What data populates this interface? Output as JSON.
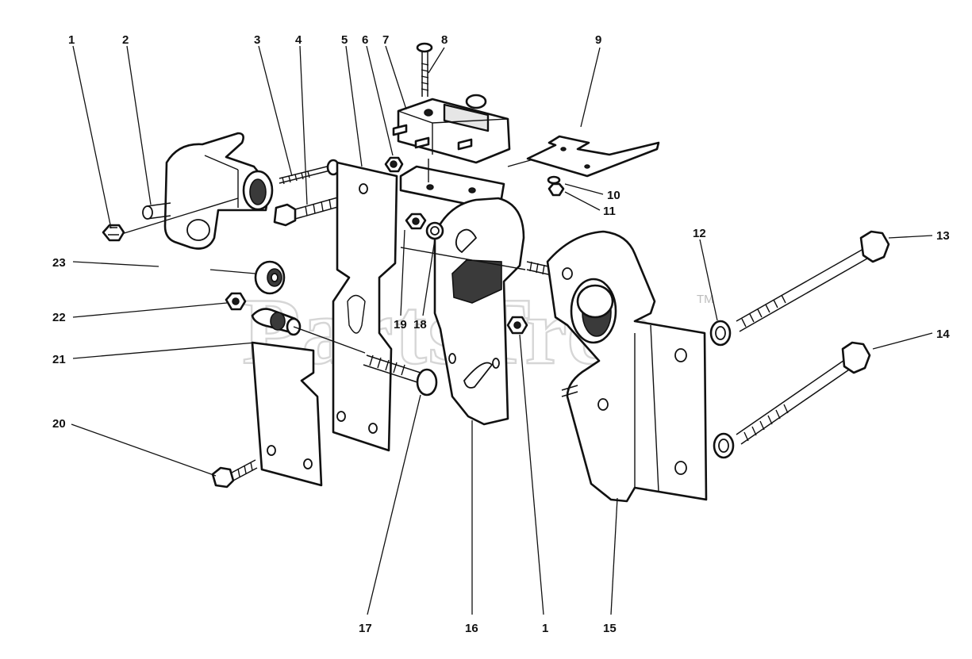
{
  "watermark": {
    "text": "PartsTree",
    "trademark": "TM"
  },
  "callouts": {
    "c1_top": "1",
    "c2": "2",
    "c3": "3",
    "c4": "4",
    "c5": "5",
    "c6": "6",
    "c7": "7",
    "c8": "8",
    "c9": "9",
    "c10": "10",
    "c11": "11",
    "c12": "12",
    "c13": "13",
    "c14": "14",
    "c15": "15",
    "c16": "16",
    "c1_bottom": "1",
    "c17": "17",
    "c18": "18",
    "c19": "19",
    "c20": "20",
    "c21": "21",
    "c22": "22",
    "c23": "23"
  }
}
